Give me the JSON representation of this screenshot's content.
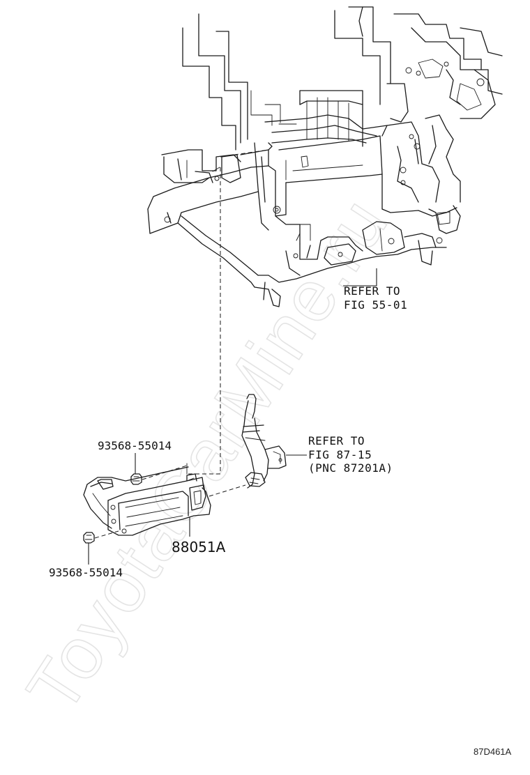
{
  "watermark": "ToyotaCarMine.ru",
  "diagram_code": "87D461A",
  "callouts": {
    "dash_reference": {
      "line1": "REFER TO",
      "line2": "FIG 55-01"
    },
    "mirror_reference": {
      "line1": "REFER TO",
      "line2": "FIG 87-15",
      "line3": "(PNC 87201A)"
    }
  },
  "parts": {
    "screw_upper": "93568-55014",
    "screw_lower": "93568-55014",
    "bracket": "88051A"
  },
  "icons": {
    "instrument_panel": "instrument-panel-structure",
    "bracket": "sensor-bracket",
    "mirror_stay": "mirror-stay-assembly",
    "screw": "screw-fastener"
  }
}
